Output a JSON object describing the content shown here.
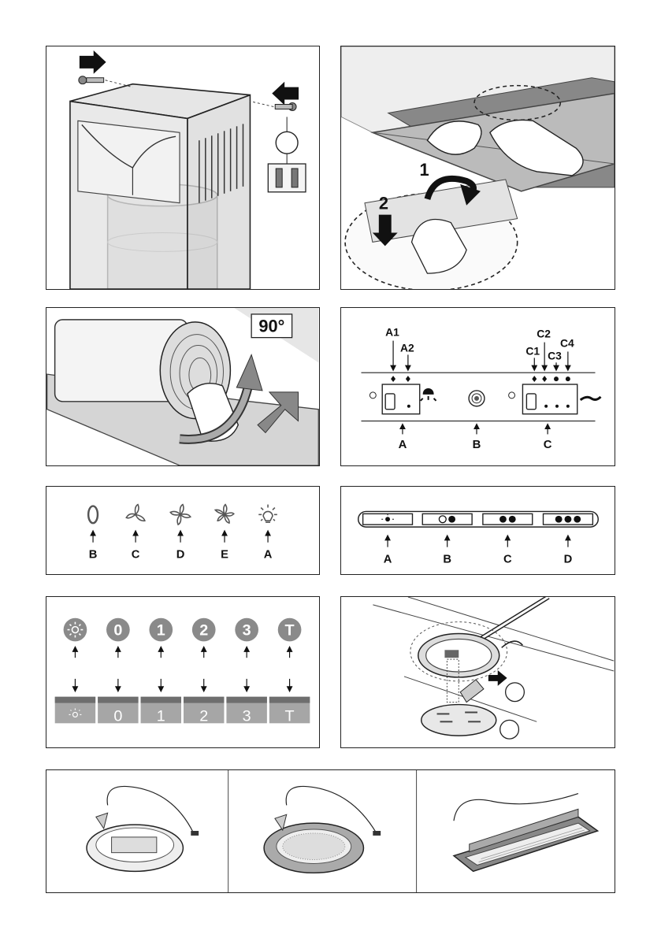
{
  "panel1": {
    "callout_letter": ""
  },
  "panel2": {
    "step1": "1",
    "step2": "2"
  },
  "panel3": {
    "angle": "90°"
  },
  "panel4": {
    "top_labels": {
      "a1": "A1",
      "a2": "A2",
      "c1": "C1",
      "c2": "C2",
      "c3": "C3",
      "c4": "C4"
    },
    "bottom_labels": {
      "a": "A",
      "b": "B",
      "c": "C"
    }
  },
  "panel5": {
    "items": [
      {
        "label": "B",
        "icon": "ring-icon"
      },
      {
        "label": "C",
        "icon": "fan-3-blade-icon"
      },
      {
        "label": "D",
        "icon": "fan-4-blade-icon"
      },
      {
        "label": "E",
        "icon": "fan-5-blade-icon"
      },
      {
        "label": "A",
        "icon": "light-bulb-icon"
      }
    ]
  },
  "panel6": {
    "items": [
      {
        "label": "A",
        "icon": "light-icon"
      },
      {
        "label": "B",
        "icon": "speed-1-icon"
      },
      {
        "label": "C",
        "icon": "speed-2-icon"
      },
      {
        "label": "D",
        "icon": "speed-3-icon"
      }
    ]
  },
  "panel7": {
    "buttons": [
      "0",
      "1",
      "2",
      "3",
      "T"
    ],
    "keys": [
      "0",
      "1",
      "2",
      "3",
      "T"
    ]
  },
  "panel8": {},
  "panel9": {}
}
